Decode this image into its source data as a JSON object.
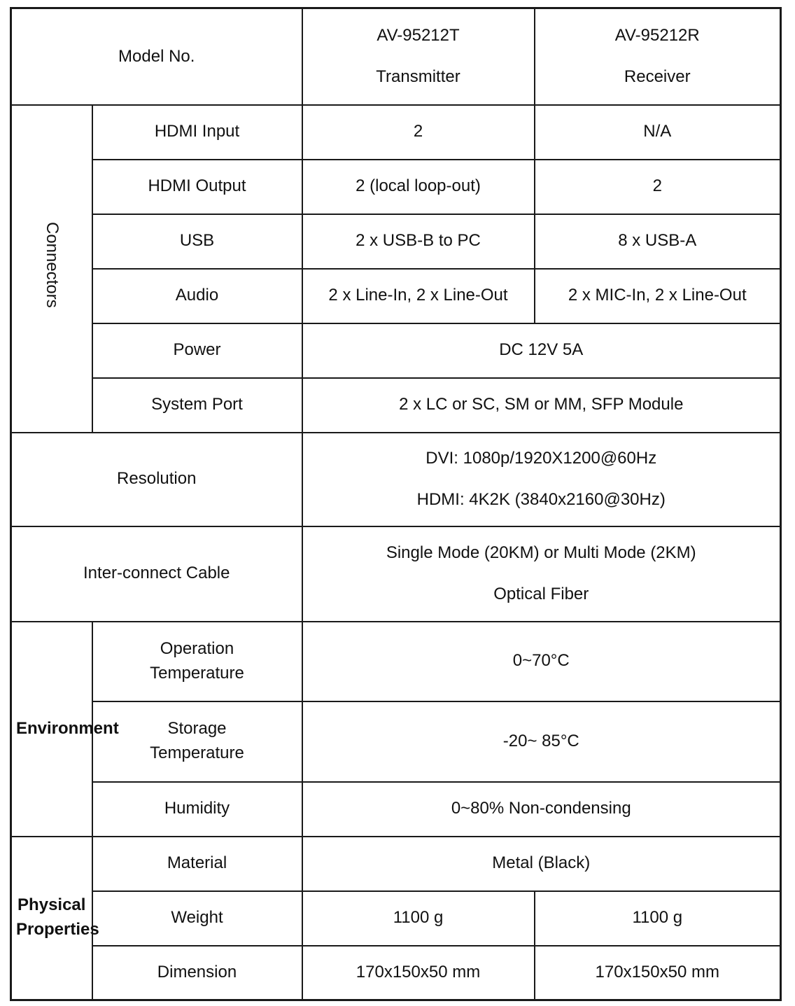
{
  "table": {
    "header": {
      "row_label": "Model No.",
      "transmitter": {
        "model": "AV-95212T",
        "role": "Transmitter"
      },
      "receiver": {
        "model": "AV-95212R",
        "role": "Receiver"
      }
    },
    "sections": {
      "connectors": {
        "group_label": "Connectors",
        "rows": [
          {
            "label": "HDMI Input",
            "transmitter": "2",
            "receiver": "N/A",
            "span": false
          },
          {
            "label": "HDMI Output",
            "transmitter": "2 (local loop-out)",
            "receiver": "2",
            "span": false
          },
          {
            "label": "USB",
            "transmitter": "2 x USB-B to PC",
            "receiver": "8 x USB-A",
            "span": false
          },
          {
            "label": "Audio",
            "transmitter": "2 x Line-In, 2 x Line-Out",
            "receiver": "2 x MIC-In, 2 x Line-Out",
            "span": false
          },
          {
            "label": "Power",
            "value": "DC 12V 5A",
            "span": true
          },
          {
            "label": "System Port",
            "value": "2 x LC or SC, SM or MM, SFP Module",
            "span": true
          }
        ]
      },
      "resolution": {
        "label": "Resolution",
        "line1": "DVI: 1080p/1920X1200@60Hz",
        "line2": "HDMI: 4K2K (3840x2160@30Hz)"
      },
      "cable": {
        "label": "Inter-connect Cable",
        "line1": "Single Mode (20KM) or Multi Mode (2KM)",
        "line2": "Optical Fiber"
      },
      "environment": {
        "group_label": "Environment",
        "rows": [
          {
            "label_line1": "Operation",
            "label_line2": "Temperature",
            "value": "0~70°C"
          },
          {
            "label_line1": "Storage",
            "label_line2": "Temperature",
            "value": "-20~ 85°C"
          },
          {
            "label_line1": "Humidity",
            "label_line2": "",
            "value": "0~80% Non-condensing"
          }
        ]
      },
      "physical": {
        "group_label_line1": "Physical",
        "group_label_line2": "Properties",
        "rows": [
          {
            "label": "Material",
            "value": "Metal (Black)",
            "span": true
          },
          {
            "label": "Weight",
            "transmitter": "1100 g",
            "receiver": "1100 g",
            "span": false
          },
          {
            "label": "Dimension",
            "transmitter": "170x150x50 mm",
            "receiver": "170x150x50 mm",
            "span": false
          }
        ]
      }
    }
  },
  "colors": {
    "label_fill": "#f2dc6a",
    "border": "#1a1a1a",
    "value_fill": "#ffffff",
    "text": "#111111"
  }
}
